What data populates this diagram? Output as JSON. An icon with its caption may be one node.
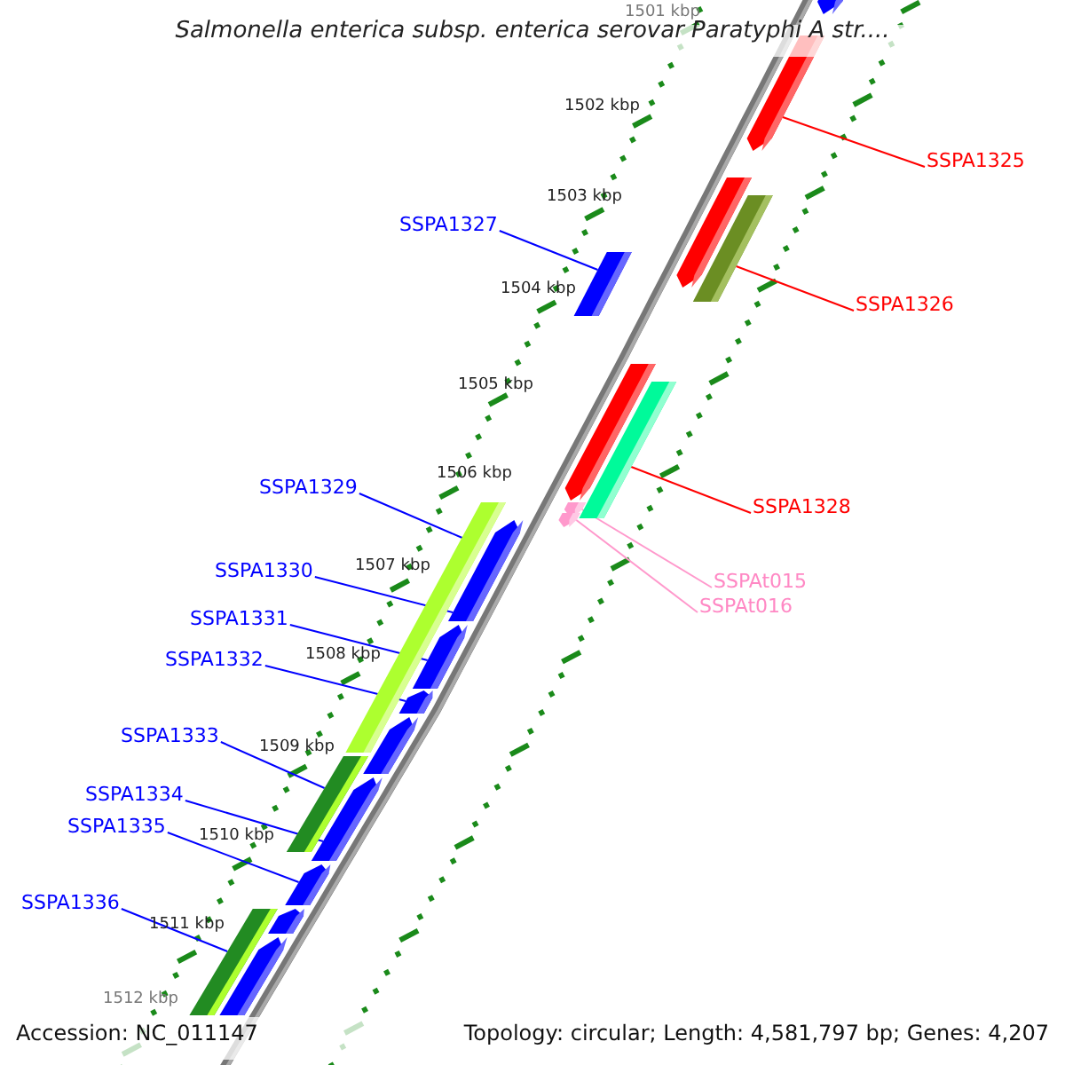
{
  "diagram": {
    "title": "Salmonella enterica subsp. enterica serovar Paratyphi A str....",
    "nodes": [
      {
        "text": [
          "SSPA1325"
        ]
      },
      {
        "text": [],
        "shape": "arrow"
      },
      {
        "text": [
          "SSPA1327"
        ]
      },
      {
        "text": [],
        "shape": "arrow"
      },
      {
        "text": [
          "SSPA1326"
        ]
      },
      {
        "text": [],
        "shape": "bar"
      },
      {
        "text": [
          "SSPA1329"
        ]
      },
      {
        "text": [],
        "shape": "bar"
      },
      {
        "text": [
          "SSPA1328"
        ]
      },
      {
        "text": [],
        "shape": "bar"
      },
      {
        "text": [
          "SSPAt015"
        ]
      },
      {
        "text": [],
        "shape": "arrow"
      },
      {
        "text": [
          "SSPAt016"
        ]
      },
      {
        "text": [],
        "shape": "arrow"
      },
      {
        "text": [
          "SSPA1330"
        ]
      },
      {
        "text": [],
        "shape": "arrow"
      },
      {
        "text": [
          "SSPA1331"
        ]
      },
      {
        "text": [],
        "shape": "arrow"
      },
      {
        "text": [
          "SSPA1332"
        ]
      },
      {
        "text": [],
        "shape": "arrow"
      },
      {
        "text": [
          "SSPA1333"
        ]
      },
      {
        "text": [],
        "shape": "bar"
      },
      {
        "text": [
          "SSPA1334"
        ]
      },
      {
        "text": [],
        "shape": "arrow"
      },
      {
        "text": [
          "SSPA1335"
        ]
      },
      {
        "text": [],
        "shape": "arrow"
      },
      {
        "text": [
          "SSPA1336"
        ]
      },
      {
        "text": [],
        "shape": "bar"
      },
      {
        "text": [],
        "shape": "arrow"
      },
      {
        "text": [],
        "shape": "arrow"
      },
      {
        "text": [],
        "shape": "arrow"
      },
      {
        "text": [],
        "shape": "arrow"
      },
      {
        "text": [],
        "shape": "arrow"
      },
      {
        "text": [],
        "shape": "arrow"
      }
    ],
    "edges": [
      {
        "from": 0,
        "to": 1,
        "arrow": "none",
        "color": "#ff0000"
      },
      {
        "from": 2,
        "to": 3,
        "arrow": "none"
      },
      {
        "from": 4,
        "to": 5,
        "arrow": "none",
        "color": "#ff0000"
      },
      {
        "from": 6,
        "to": 7,
        "arrow": "none"
      },
      {
        "from": 8,
        "to": 9,
        "arrow": "none",
        "color": "#ff0000"
      },
      {
        "from": 10,
        "to": 11,
        "arrow": "none",
        "color": "#ff99cc"
      },
      {
        "from": 12,
        "to": 13,
        "arrow": "none",
        "color": "#ff99cc"
      },
      {
        "from": 14,
        "to": 15,
        "arrow": "none"
      },
      {
        "from": 16,
        "to": 17,
        "arrow": "none"
      },
      {
        "from": 18,
        "to": 19,
        "arrow": "none"
      },
      {
        "from": 20,
        "to": 21,
        "arrow": "none"
      },
      {
        "from": 22,
        "to": 23,
        "arrow": "none"
      },
      {
        "from": 24,
        "to": 25,
        "arrow": "none"
      },
      {
        "from": 26,
        "to": 27,
        "arrow": "none"
      }
    ],
    "labels": [
      "1501 kbp",
      "1502 kbp",
      "1503 kbp",
      "1504 kbp",
      "1505 kbp",
      "1506 kbp",
      "1507 kbp",
      "1508 kbp",
      "1509 kbp",
      "1510 kbp",
      "1511 kbp",
      "1512 kbp",
      "Accession: NC_011147",
      "Topology: circular; Length: 4,581,797 bp; Genes: 4,207"
    ]
  }
}
